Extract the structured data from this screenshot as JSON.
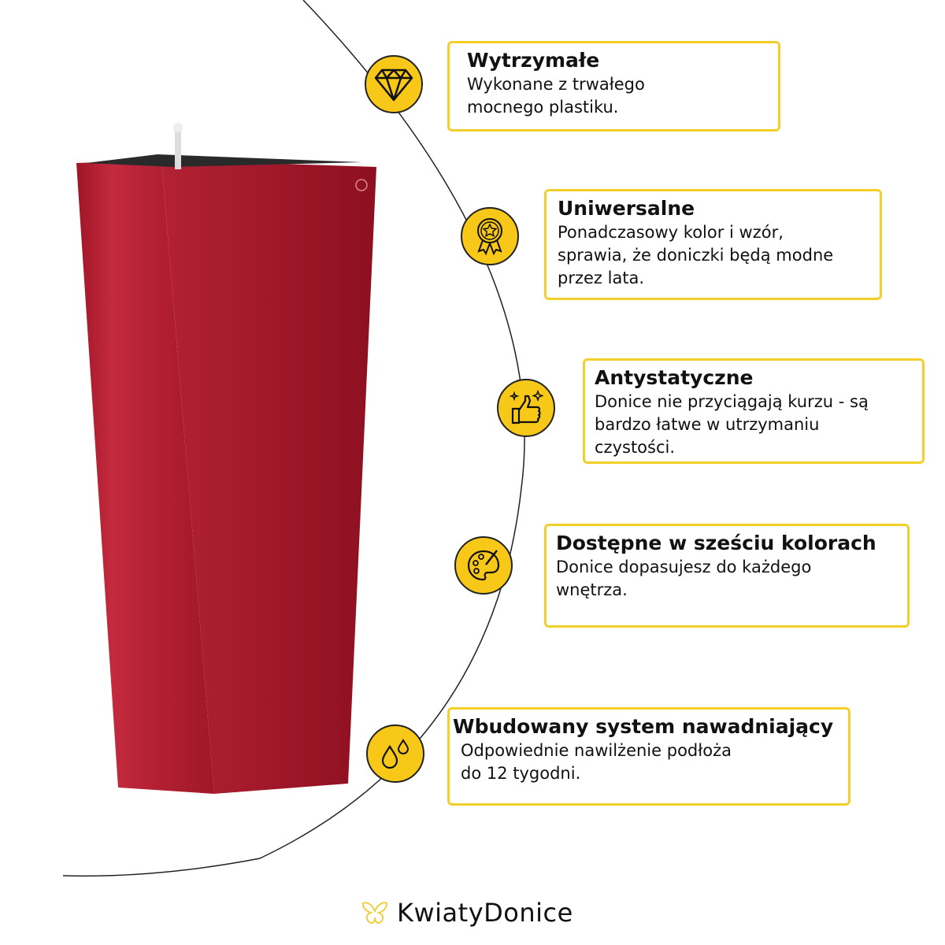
{
  "features": [
    {
      "title": "Wytrzymałe",
      "desc": [
        "Wykonane z trwałego",
        "mocnego plastiku."
      ],
      "icon": "diamond-icon"
    },
    {
      "title": "Uniwersalne",
      "desc": [
        "Ponadczasowy kolor i wzór,",
        "sprawia, że doniczki będą modne",
        "przez lata."
      ],
      "icon": "award-icon"
    },
    {
      "title": "Antystatyczne",
      "desc": [
        "Donice nie przyciągają kurzu - są",
        "bardzo łatwe w utrzymaniu",
        "czystości."
      ],
      "icon": "thumbs-up-sparkle-icon"
    },
    {
      "title": "Dostępne w sześciu kolorach",
      "desc": [
        "Donice dopasujesz do każdego",
        "wnętrza."
      ],
      "icon": "palette-icon"
    },
    {
      "title": "Wbudowany system nawadniający",
      "desc": [
        "Odpowiednie nawilżenie podłoża",
        "do 12 tygodni."
      ],
      "icon": "water-drops-icon"
    }
  ],
  "brand": {
    "name": "KwiatyDonice"
  },
  "colors": {
    "accent": "#f7c817",
    "pot": "#b01e30"
  }
}
